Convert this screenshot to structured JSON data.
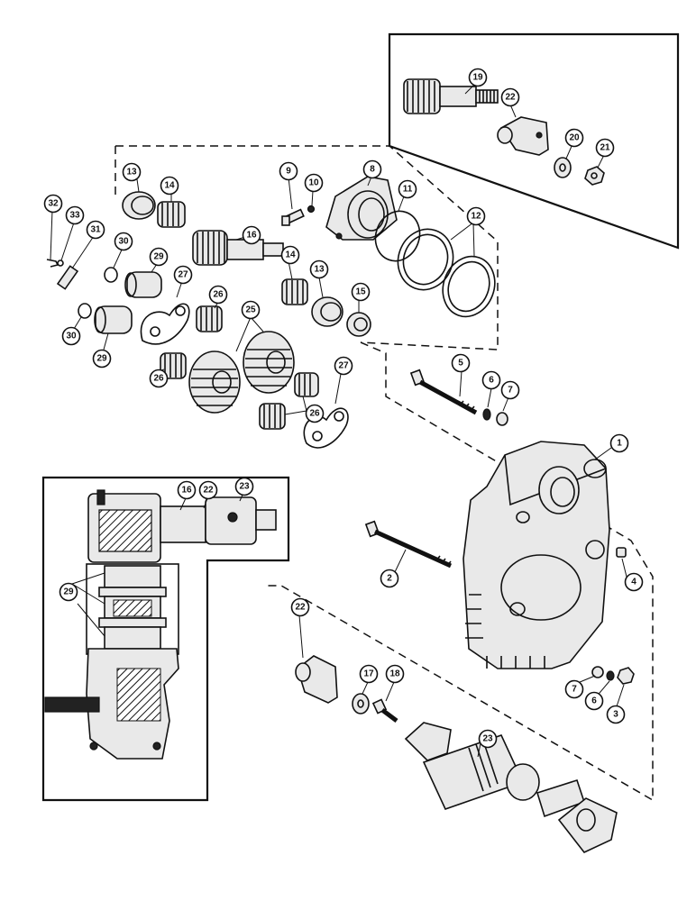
{
  "diagram": {
    "callouts": {
      "c1": "1",
      "c2": "2",
      "c3": "3",
      "c4": "4",
      "c5": "5",
      "c6a": "6",
      "c6b": "6",
      "c7a": "7",
      "c7b": "7",
      "c8": "8",
      "c9": "9",
      "c10": "10",
      "c11": "11",
      "c12": "12",
      "c13a": "13",
      "c13b": "13",
      "c14a": "14",
      "c14b": "14",
      "c15": "15",
      "c16a": "16",
      "c16b": "16",
      "c17": "17",
      "c18": "18",
      "c19": "19",
      "c20": "20",
      "c21": "21",
      "c22a": "22",
      "c22b": "22",
      "c22c": "22",
      "c23a": "23",
      "c23b": "23",
      "c25": "25",
      "c26a": "26",
      "c26b": "26",
      "c26c": "26",
      "c27a": "27",
      "c27b": "27",
      "c29a": "29",
      "c29b": "29",
      "c29c": "29",
      "c30a": "30",
      "c30b": "30",
      "c31": "31",
      "c32": "32",
      "c33": "33"
    }
  }
}
